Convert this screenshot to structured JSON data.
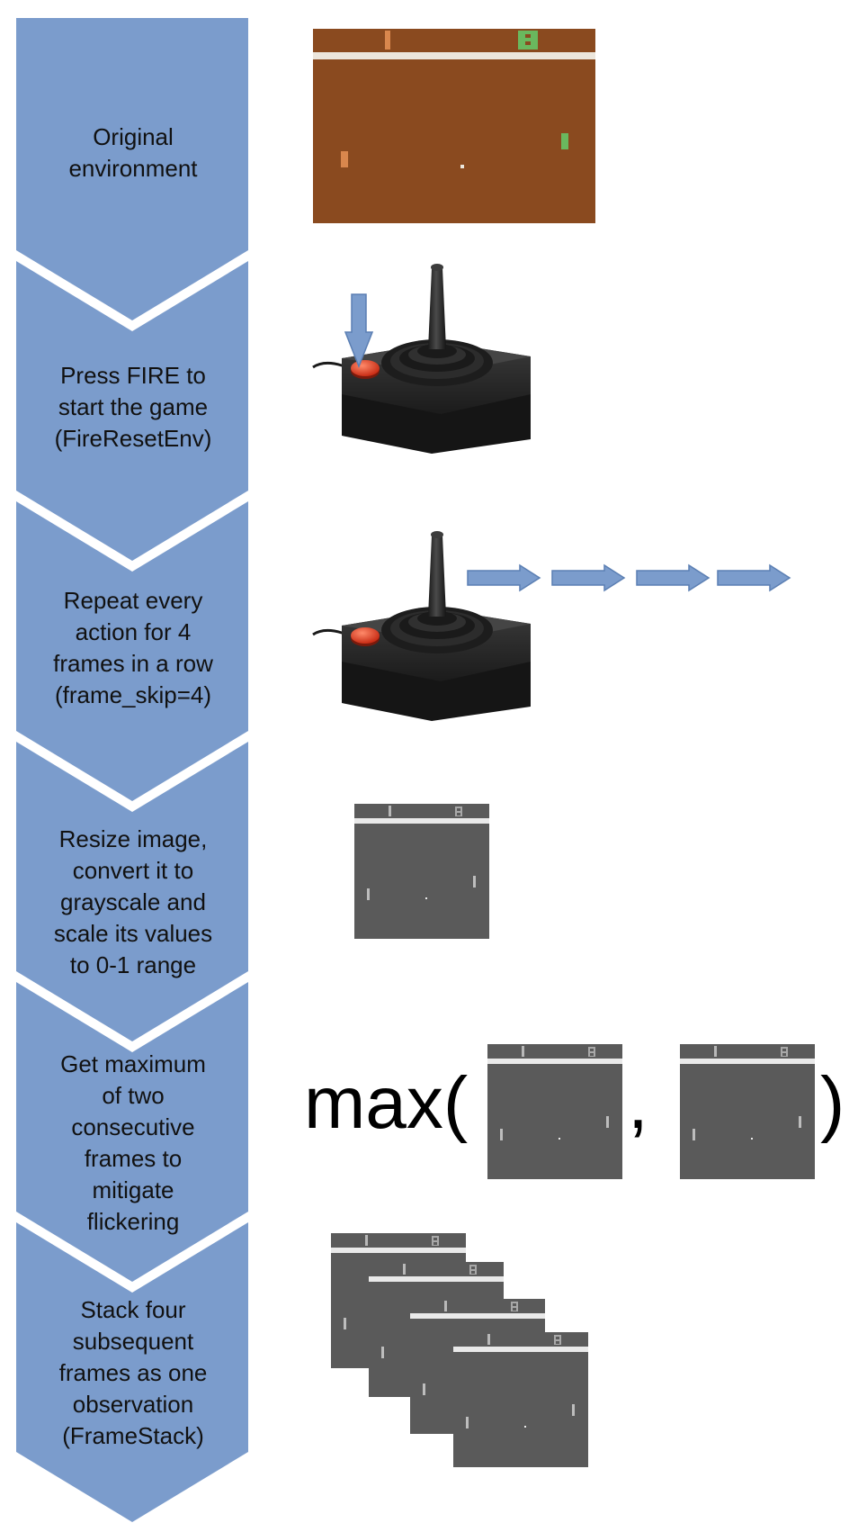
{
  "steps": [
    {
      "label": "Original\nenvironment"
    },
    {
      "label": "Press FIRE to\nstart the game\n(FireResetEnv)"
    },
    {
      "label": "Repeat every\naction for 4\nframes in a row\n(frame_skip=4)"
    },
    {
      "label": "Resize image,\nconvert it to\ngrayscale and\nscale its values\nto 0-1 range"
    },
    {
      "label": "Get maximum\nof two\nconsecutive\nframes to\nmitigate\nflickering"
    },
    {
      "label": "Stack four\nsubsequent\nframes as one\nobservation\n(FrameStack)"
    }
  ],
  "max_expression": {
    "prefix": "max(",
    "separator": ",",
    "suffix": ")"
  },
  "colors": {
    "chevron": "#7b9ccc",
    "chevron_edge": "#ffffff",
    "game_background": "#8a4a1f",
    "paddle_left": "#d9874d",
    "paddle_right": "#6ab85e",
    "gray_frame": "#5a5a5a",
    "gray_marks": "#bdbdbd",
    "arrow": "#7b9ccc",
    "arrow_edge": "#5b7fb3",
    "joystick_body": "#2a2a2a",
    "fire_button": "#e0361f"
  },
  "icons": [
    "joystick-icon",
    "fire-button-icon",
    "arrow-down-icon",
    "arrow-right-icon"
  ]
}
